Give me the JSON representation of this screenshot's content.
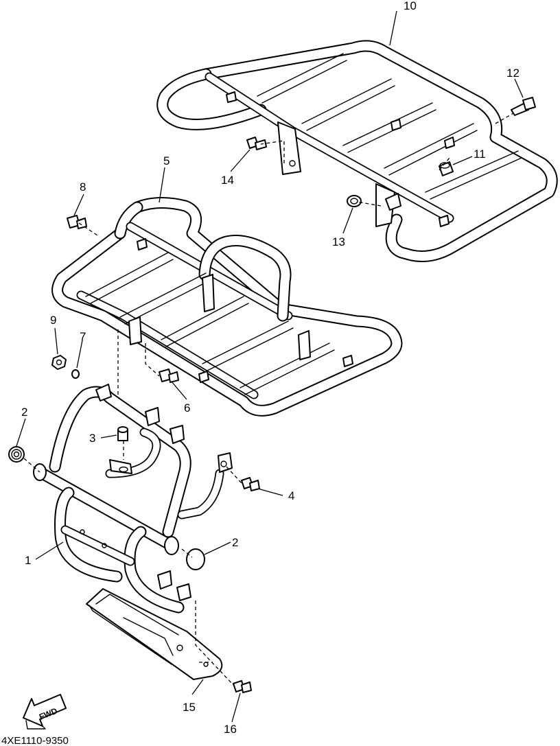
{
  "callouts": {
    "c1": "1",
    "c2a": "2",
    "c2b": "2",
    "c3": "3",
    "c4": "4",
    "c5": "5",
    "c6": "6",
    "c7": "7",
    "c8": "8",
    "c9": "9",
    "c10": "10",
    "c11": "11",
    "c12": "12",
    "c13": "13",
    "c14": "14",
    "c15": "15",
    "c16": "16"
  },
  "fwd_label": "FWD",
  "diagram_code": "4XE1110-9350"
}
